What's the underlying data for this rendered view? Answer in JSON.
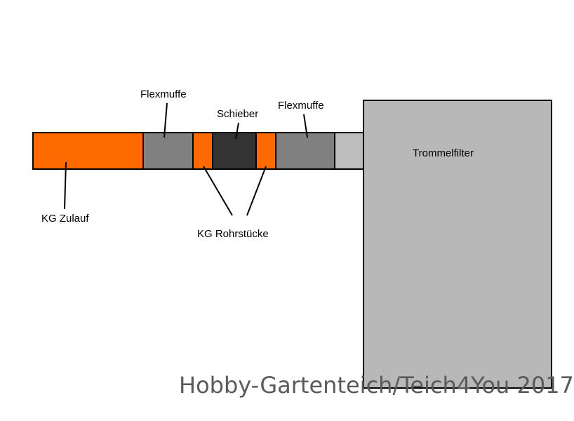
{
  "labels": {
    "flexmuffe_left": "Flexmuffe",
    "schieber": "Schieber",
    "flexmuffe_right": "Flexmuffe",
    "trommelfilter": "Trommelfilter",
    "kg_zulauf": "KG Zulauf",
    "kg_rohrstuecke": "KG Rohrstücke"
  },
  "watermark": "Hobby-Gartenteich/Teich4You 2017",
  "colors": {
    "kg_pipe": "#ff6a00",
    "flexmuffe": "#808080",
    "schieber": "#333333",
    "connector": "#bdbdbd",
    "drum_filter": "#b8b8b8"
  }
}
